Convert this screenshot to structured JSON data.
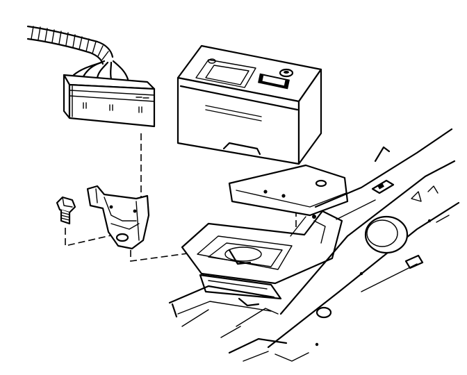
{
  "diagram": {
    "parts": [
      {
        "name": "wiring-harness"
      },
      {
        "name": "fuse-relay-block"
      },
      {
        "name": "battery"
      },
      {
        "name": "mounting-bracket"
      },
      {
        "name": "bolt"
      },
      {
        "name": "battery-tray"
      },
      {
        "name": "frame-rail"
      }
    ],
    "leader_lines": [
      "block-to-bracket",
      "bolt-to-bracket",
      "bracket-to-tray",
      "battery-to-tray"
    ]
  }
}
